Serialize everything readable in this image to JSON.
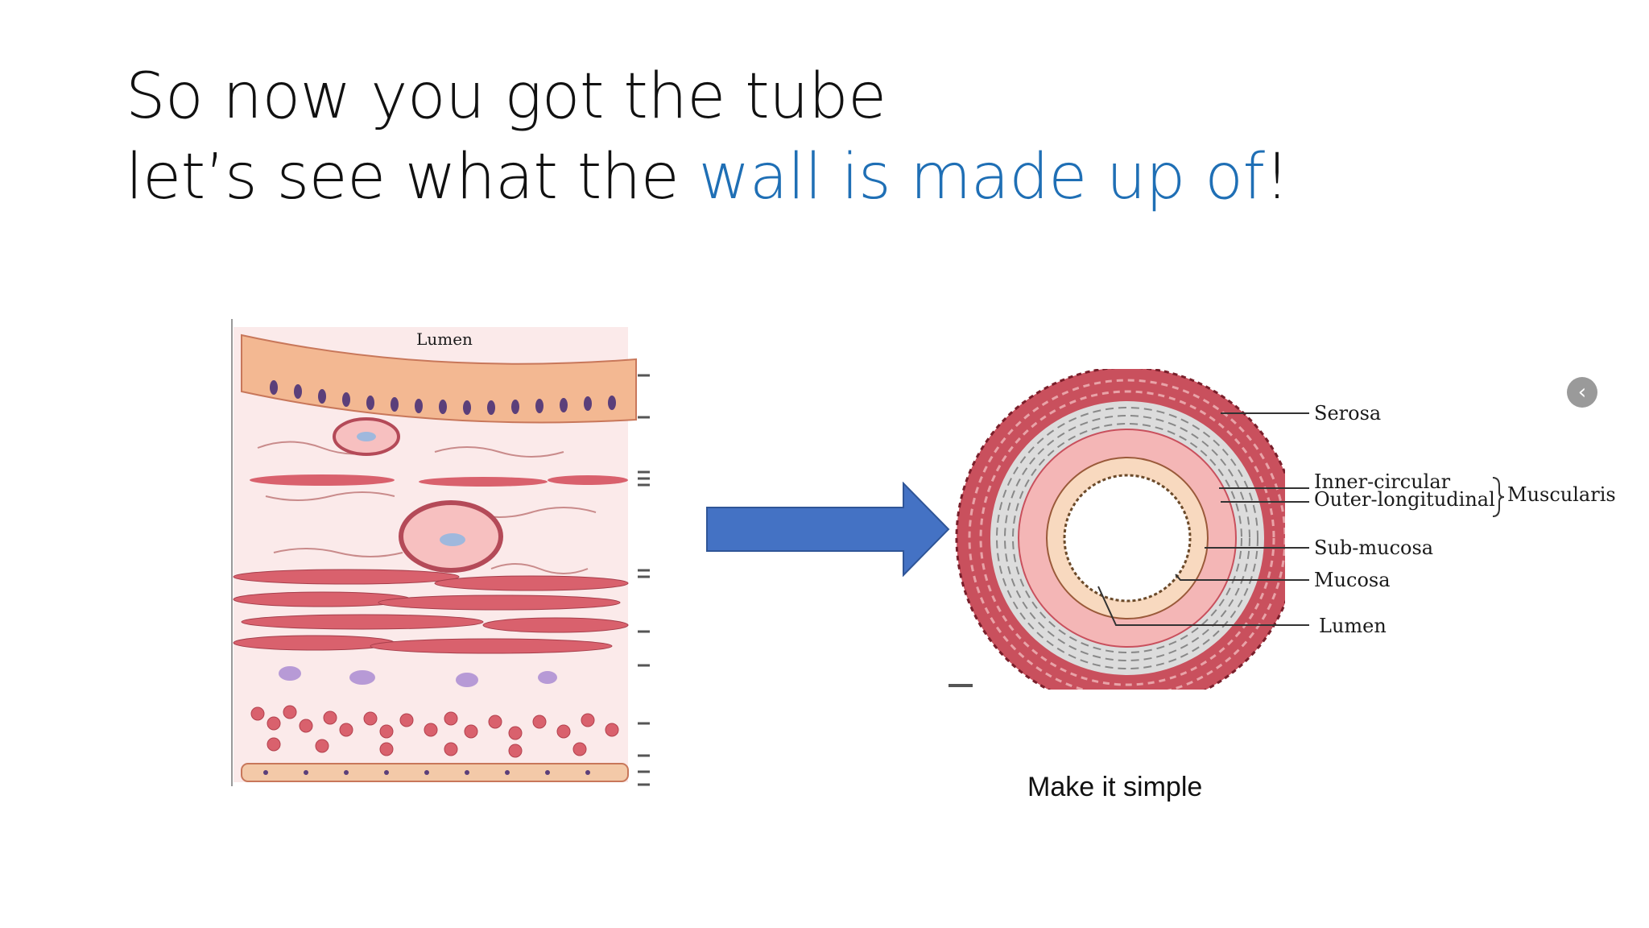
{
  "slide": {
    "title_line1": "So now you got the tube",
    "title_line2_prefix": "let’s see what the ",
    "title_line2_highlight": "wall is made up of",
    "title_line2_suffix": "!",
    "caption": "Make it simple"
  },
  "histology": {
    "lumen_label": "Lumen"
  },
  "cross_section": {
    "labels": {
      "serosa": "Serosa",
      "inner_circular": "Inner-circular",
      "outer_longitudinal": "Outer-longitudinal",
      "muscularis": "Muscularis",
      "sub_mucosa": "Sub-mucosa",
      "mucosa": "Mucosa",
      "lumen": "Lumen"
    }
  },
  "colors": {
    "accent": "#1f6fb5",
    "arrow": "#4472c4"
  },
  "icons": {
    "nav": "chevron-left-icon"
  }
}
